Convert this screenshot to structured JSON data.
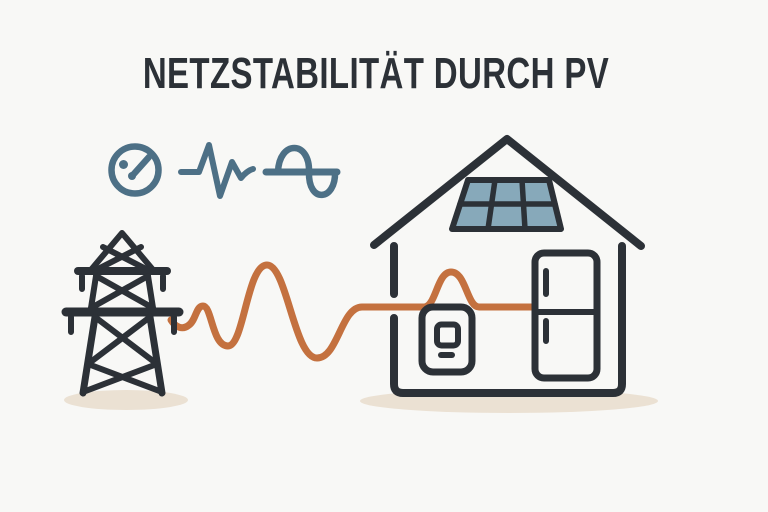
{
  "title": "NETZSTABILITÄT DURCH PV",
  "colors": {
    "background": "#f8f8f6",
    "ink": "#2c3137",
    "wire_orange": "#c4713f",
    "icon_blue": "#4d7086",
    "panel_blue": "#87a9ba",
    "shadow_beige": "#ebe1d3"
  },
  "icons": [
    {
      "name": "gauge-icon"
    },
    {
      "name": "pulse-wave-icon"
    },
    {
      "name": "sine-wave-icon"
    },
    {
      "name": "transmission-tower"
    },
    {
      "name": "solar-panel"
    },
    {
      "name": "battery-inverter"
    },
    {
      "name": "refrigerator"
    }
  ]
}
